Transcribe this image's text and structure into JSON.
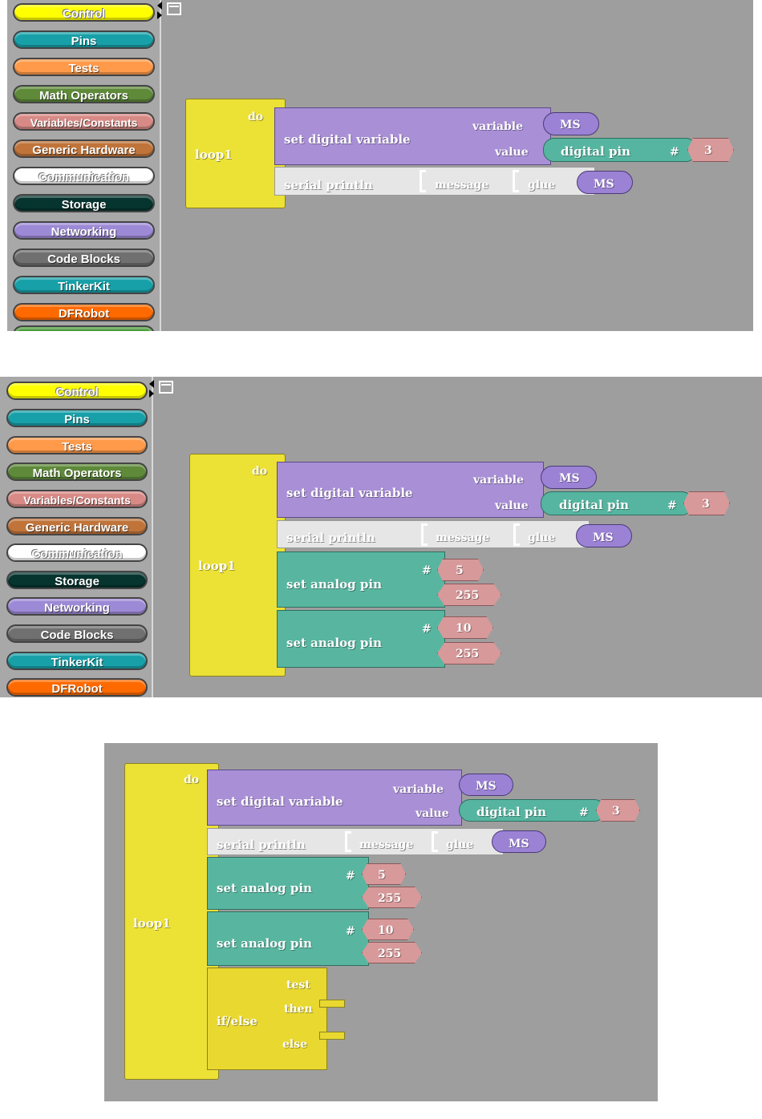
{
  "palette": {
    "categories": [
      {
        "label": "Control",
        "color": "#ffff00"
      },
      {
        "label": "Pins",
        "color": "#18a0a8"
      },
      {
        "label": "Tests",
        "color": "#ff9a4a"
      },
      {
        "label": "Math Operators",
        "color": "#5e8a3a"
      },
      {
        "label": "Variables/Constants",
        "color": "#d88a86"
      },
      {
        "label": "Generic Hardware",
        "color": "#c0743a"
      },
      {
        "label": "Communication",
        "color": "#ffffff"
      },
      {
        "label": "Storage",
        "color": "#06342e"
      },
      {
        "label": "Networking",
        "color": "#9d8ad6"
      },
      {
        "label": "Code Blocks",
        "color": "#707070"
      },
      {
        "label": "TinkerKit",
        "color": "#18a0a8"
      },
      {
        "label": "DFRobot",
        "color": "#ff6a00"
      }
    ]
  },
  "blocks": {
    "loop": {
      "do": "do",
      "name": "loop1"
    },
    "set_digital": {
      "label": "set digital variable",
      "variable": "variable",
      "value": "value",
      "var_name": "MS"
    },
    "digital_pin": {
      "label": "digital pin",
      "hash": "#",
      "pin": "3"
    },
    "serial": {
      "label": "serial println",
      "message": "message",
      "glue": "glue",
      "var_name": "MS"
    },
    "analog1": {
      "label": "set analog pin",
      "hash": "#",
      "pin": "5",
      "value": "255"
    },
    "analog2": {
      "label": "set analog pin",
      "hash": "#",
      "pin": "10",
      "value": "255"
    },
    "ifelse": {
      "label": "if/else",
      "test": "test",
      "then": "then",
      "else": "else"
    }
  },
  "colors": {
    "canvas": "#9e9e9e",
    "loop": "#ece135",
    "purple": "#a98fd6",
    "teal": "#58b6a0",
    "number": "#d8999a"
  }
}
